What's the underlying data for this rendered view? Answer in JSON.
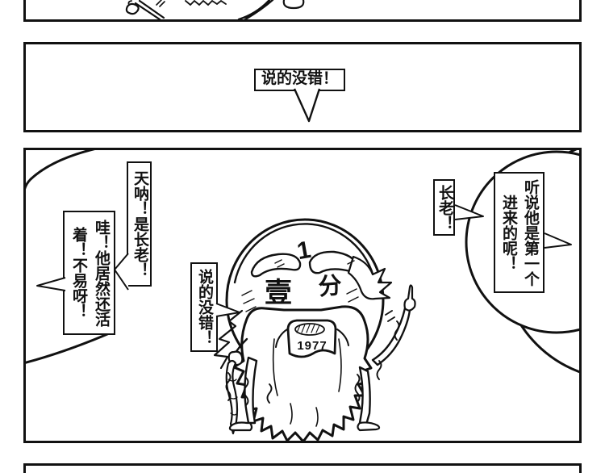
{
  "meta": {
    "title": "comic-strip-page",
    "ink_color": "#111111",
    "paper_color": "#ffffff"
  },
  "panel1": {
    "description": "partial bottom edge of previous comic panel"
  },
  "panel2": {
    "bubble": {
      "text": "说的没错！",
      "lines": [
        "说的没错！"
      ],
      "tail": "down"
    }
  },
  "panel3": {
    "bubbles": [
      {
        "id": "wa",
        "text": "哇！他居然还活着！不易呀！",
        "lines": [
          "哇！他居然还活",
          "着！不易呀！"
        ],
        "tail": "left"
      },
      {
        "id": "tianna",
        "text": "天呐！是长老！",
        "lines": [
          "天呐！是长老！"
        ],
        "tail": "left-down"
      },
      {
        "id": "shuode",
        "text": "说的没错！",
        "lines": [
          "说的没错！"
        ],
        "tail": "right"
      },
      {
        "id": "zhanglao",
        "text": "长老！",
        "lines": [
          "长老！"
        ],
        "tail": "right"
      },
      {
        "id": "tingshuo",
        "text": "听说他是第一个进来的呢！",
        "lines": [
          "听说他是第一个",
          "进来的呢！"
        ],
        "tail": "right"
      }
    ],
    "coin": {
      "numeral": "1",
      "denom_left": "壹",
      "denom_right": "分",
      "year": "1977"
    }
  },
  "panel4": {
    "description": "partial top edge of next comic panel"
  }
}
